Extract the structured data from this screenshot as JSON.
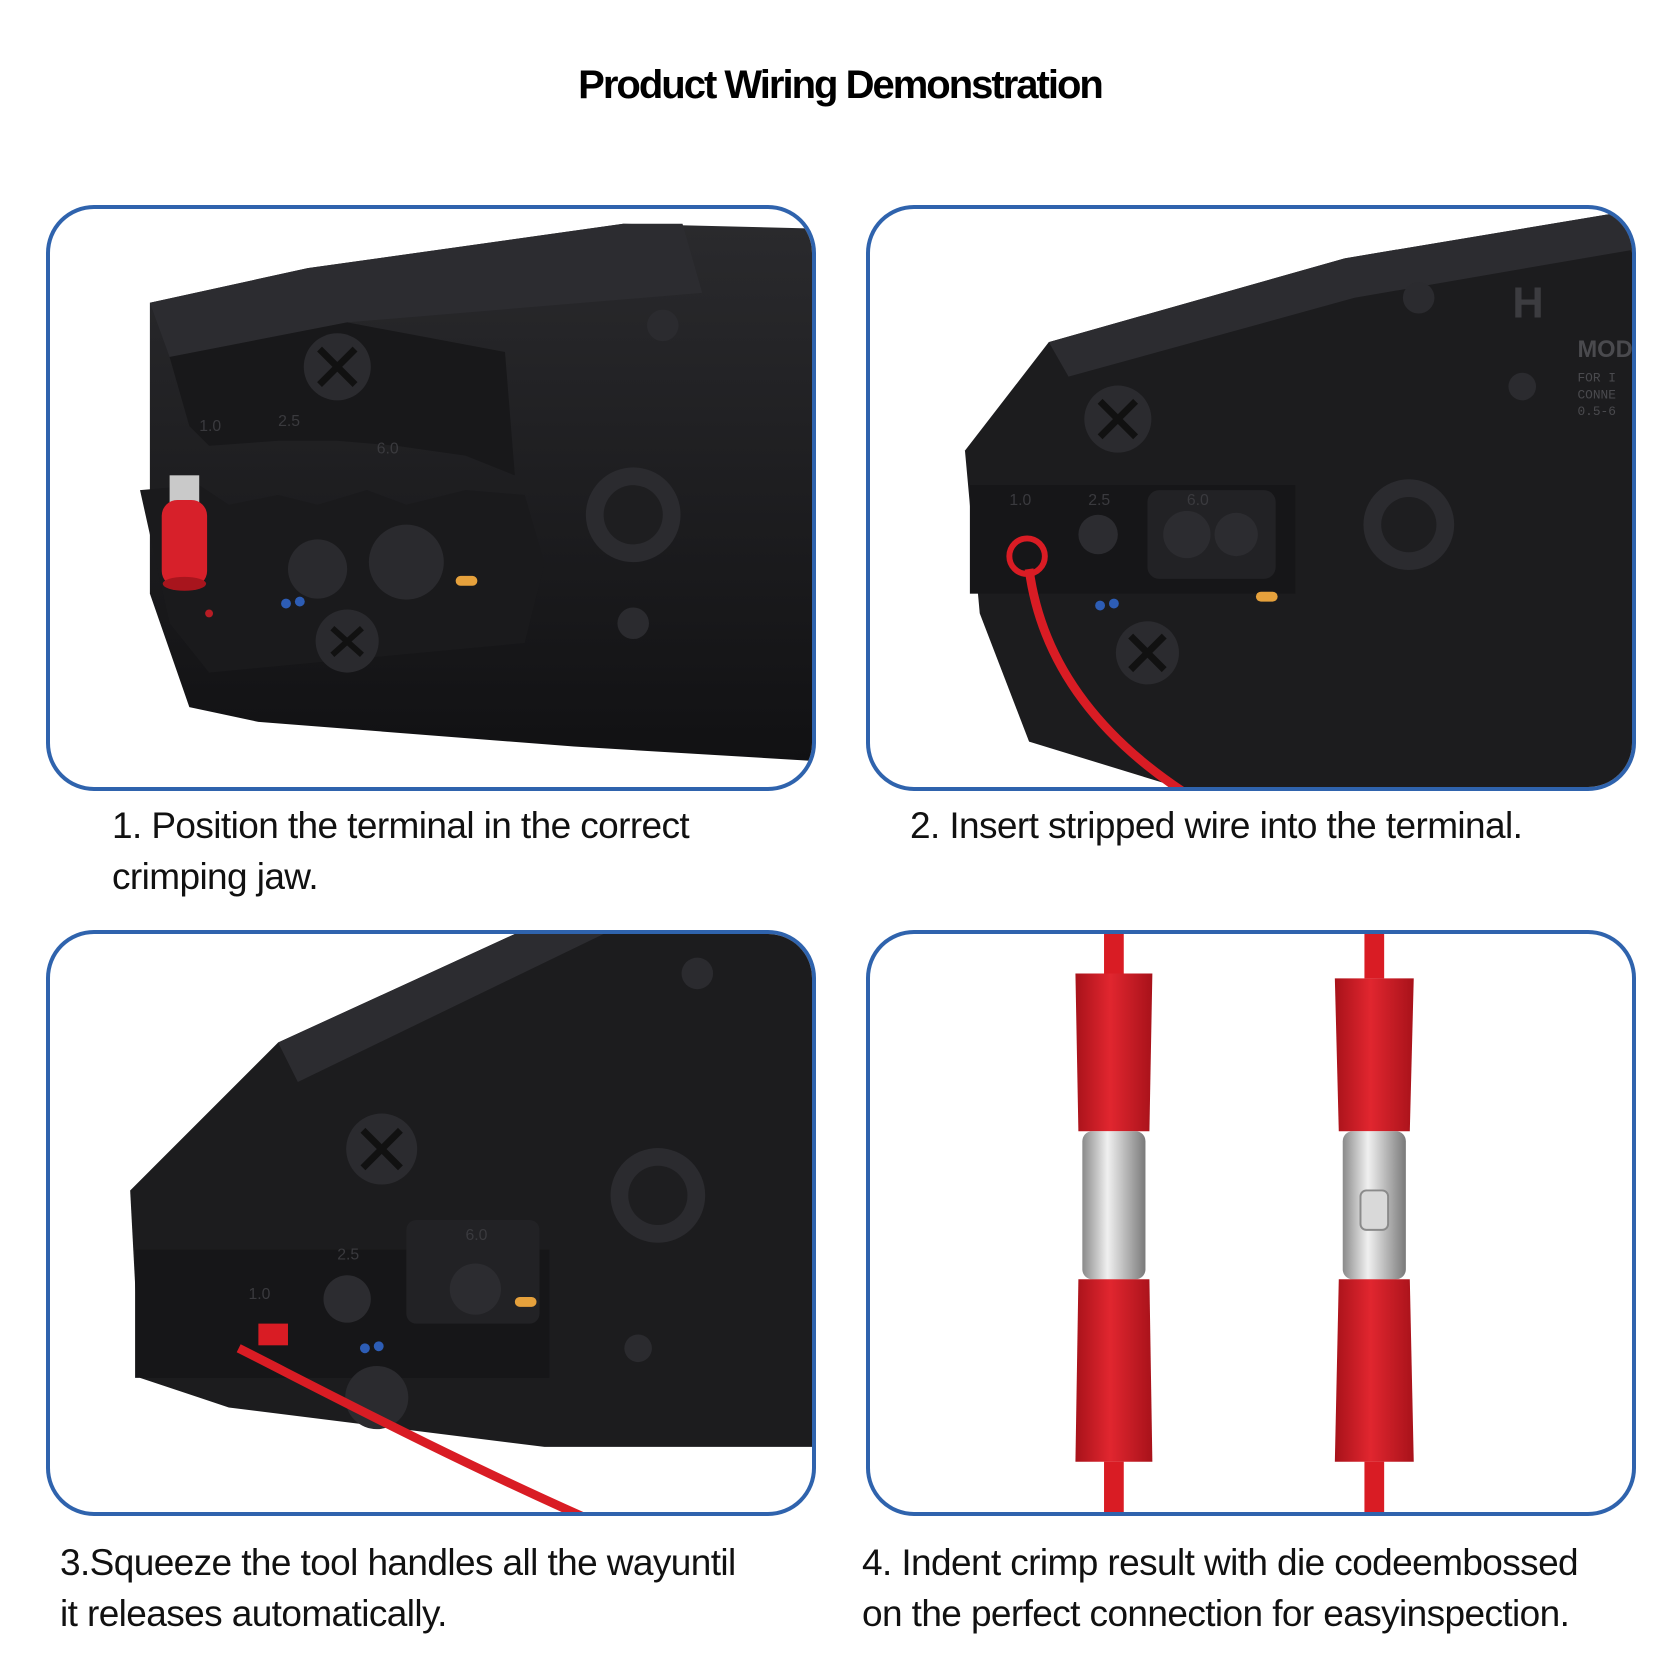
{
  "title": "Product Wiring Demonstration",
  "colors": {
    "panel_border": "#2f63ad",
    "tool_body": "#1c1c1e",
    "wire_red": "#d91c24",
    "terminal_metal": "#c8c8c8"
  },
  "die_sizes": [
    "1.0",
    "2.5",
    "6.0"
  ],
  "tool_label": {
    "brand_fragment": "H",
    "model_fragment": "MOD",
    "spec_lines": [
      "FOR I",
      "CONNE",
      "0.5-6"
    ]
  },
  "steps": [
    {
      "lines": [
        "1. Position the terminal in the correct",
        "crimping jaw."
      ]
    },
    {
      "lines": [
        "2. Insert stripped wire into the terminal."
      ]
    },
    {
      "lines": [
        "3.Squeeze the tool handles all the wayuntil",
        "it releases automatically."
      ]
    },
    {
      "lines": [
        "4. Indent crimp result with die codeembossed",
        "on the perfect connection for easyinspection."
      ]
    }
  ]
}
